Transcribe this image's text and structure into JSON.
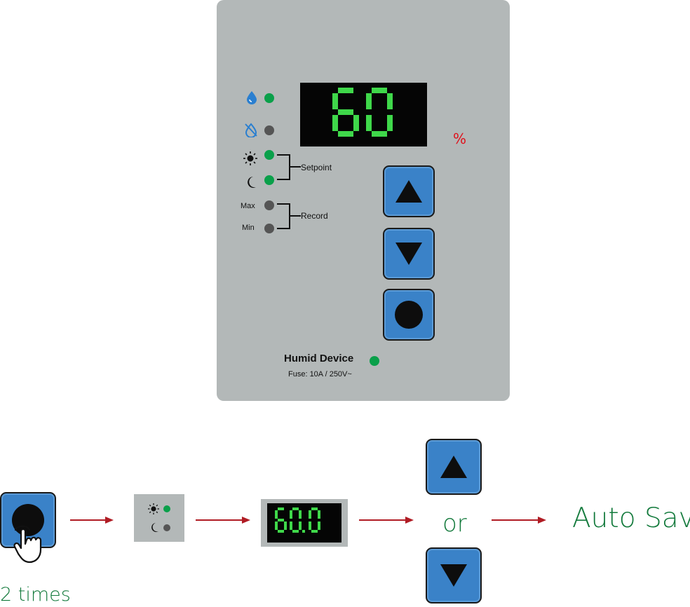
{
  "panel": {
    "display_value": "60",
    "unit": "%",
    "setpoint_label": "Setpoint",
    "record_label": "Record",
    "max_label": "Max",
    "min_label": "Min",
    "device_name": "Humid Device",
    "fuse_label": "Fuse: 10A / 250V~",
    "indicators": {
      "humidity": "on",
      "humidity_off": "off",
      "day_setpoint": "on",
      "night_setpoint": "on",
      "max_record": "off",
      "min_record": "off",
      "device": "on"
    }
  },
  "steps": {
    "press_count": "2 times",
    "display_value": "60.0",
    "or_label": "or",
    "result_label": "Auto Save"
  },
  "colors": {
    "panel": "#b3b8b8",
    "button": "#3a82c8",
    "segment": "#3fd84a",
    "led_on": "#0aa04a",
    "led_off": "#555555",
    "arrow": "#b01c24",
    "text_green": "#137a3c",
    "unit": "#e0101a"
  }
}
